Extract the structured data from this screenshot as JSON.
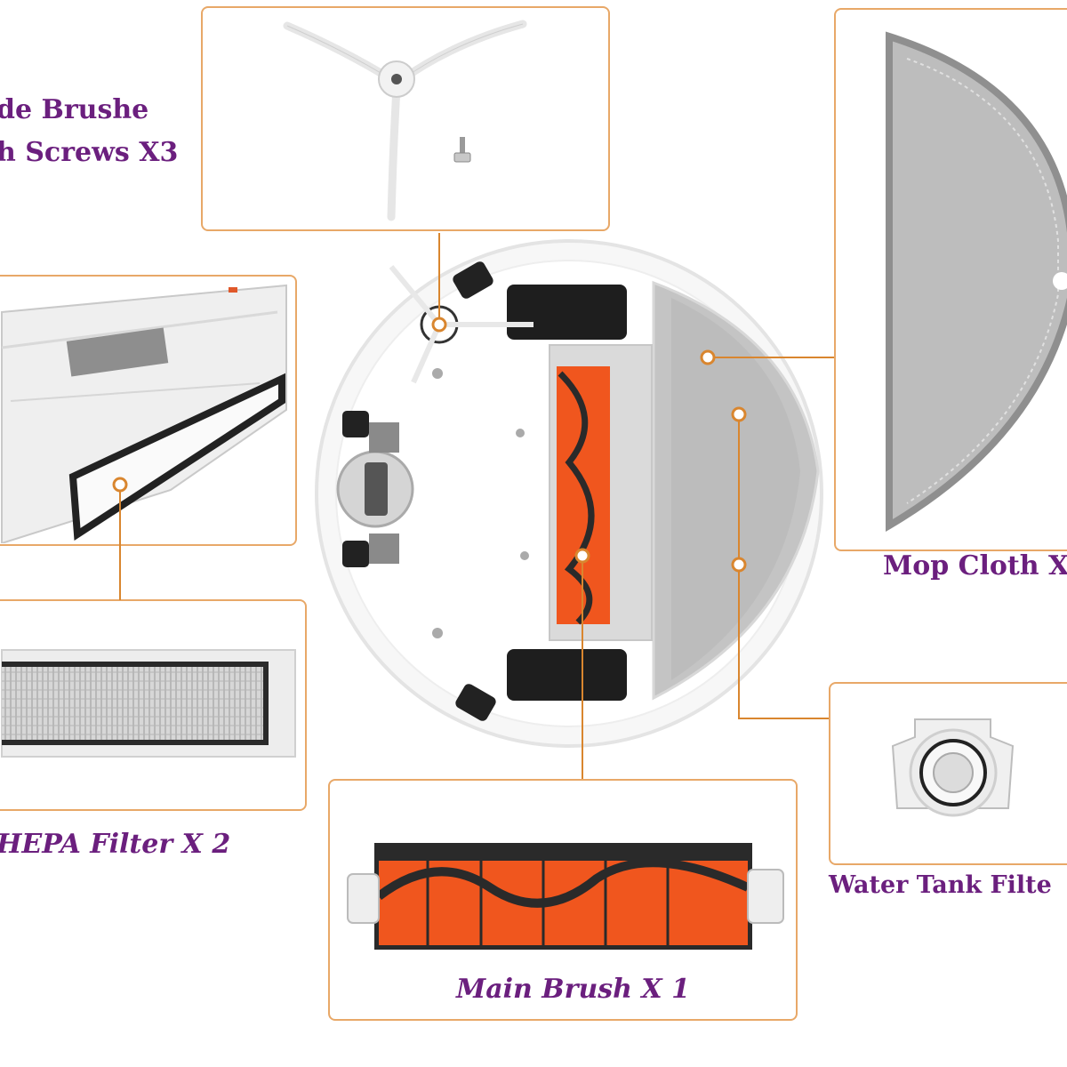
{
  "labels": {
    "side_brush_line1": "de Brushe",
    "side_brush_line2": "h Screws X3",
    "hepa_filter": "HEPA Filter X 2",
    "mop_cloth": "Mop Cloth X",
    "water_tank_filter": "Water Tank Filte",
    "main_brush": "Main Brush X 1"
  },
  "colors": {
    "label_text": "#6b1f7e",
    "panel_border": "#e8a868",
    "connector": "#d9862f",
    "brush_orange": "#f0561e",
    "bristle": "#2a2a2a",
    "mop_gray": "#b8b8b8"
  },
  "icons": [
    "side-brush-icon",
    "screw-icon",
    "dust-bin-icon",
    "hepa-filter-icon",
    "robot-vacuum-icon",
    "mop-cloth-icon",
    "water-tank-filter-icon",
    "main-brush-icon"
  ]
}
